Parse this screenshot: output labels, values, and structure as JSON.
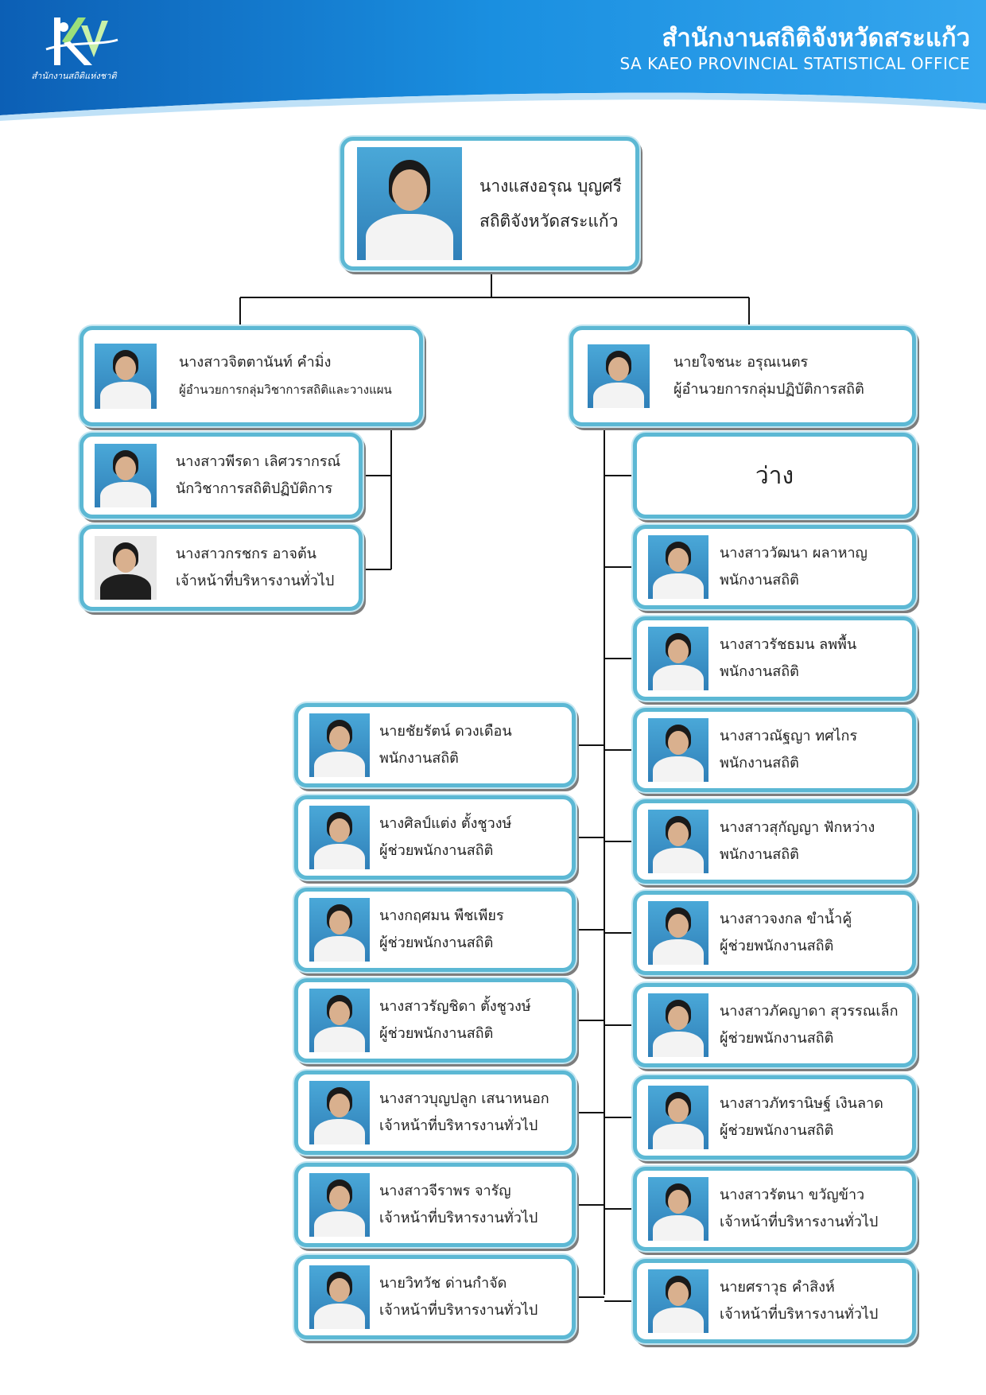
{
  "header": {
    "office_name_th": "สำนักงานสถิติจังหวัดสระแก้ว",
    "office_name_en": "SA KAEO PROVINCIAL STATISTICAL OFFICE",
    "logo_caption": "สำนักงานสถิติแห่งชาติ",
    "colors": {
      "band": "#1a8fe0",
      "band_dark": "#0c5fb5"
    }
  },
  "head": {
    "name": "นางแสงอรุณ บุญศรี",
    "role": "สถิติจังหวัดสระแก้ว"
  },
  "groups": [
    {
      "leader": {
        "name": "นางสาวจิตตานันท์ คำมิ่ง",
        "role": "ผู้อำนวยการกลุ่มวิชาการสถิติและวางแผน"
      },
      "members": [
        {
          "name": "นางสาวพีรดา เลิศวรากรณ์",
          "role": "นักวิชาการสถิติปฏิบัติการ"
        },
        {
          "name": "นางสาวกรชกร อาจต้น",
          "role": "เจ้าหน้าที่บริหารงานทั่วไป"
        }
      ]
    },
    {
      "leader": {
        "name": "นายใจชนะ อรุณเนตร",
        "role": "ผู้อำนวยการกลุ่มปฏิบัติการสถิติ"
      },
      "vacant": "ว่าง",
      "right_members": [
        {
          "name": "นางสาววัฒนา ผลาหาญ",
          "role": "พนักงานสถิติ"
        },
        {
          "name": "นางสาวรัชธมน ลพพื้น",
          "role": "พนักงานสถิติ"
        },
        {
          "name": "นางสาวณัฐญา ทศไกร",
          "role": "พนักงานสถิติ"
        },
        {
          "name": "นางสาวสุกัญญา ฟักหว่าง",
          "role": "พนักงานสถิติ"
        },
        {
          "name": "นางสาวจงกล ขำน้ำคู้",
          "role": "ผู้ช่วยพนักงานสถิติ"
        },
        {
          "name": "นางสาวภัคญาดา สุวรรณเล็ก",
          "role": "ผู้ช่วยพนักงานสถิติ"
        },
        {
          "name": "นางสาวภัทรานิษฐ์ เงินลาด",
          "role": "ผู้ช่วยพนักงานสถิติ"
        },
        {
          "name": "นางสาวรัตนา ขวัญข้าว",
          "role": "เจ้าหน้าที่บริหารงานทั่วไป"
        },
        {
          "name": "นายศราวุธ คำสิงห์",
          "role": "เจ้าหน้าที่บริหารงานทั่วไป"
        }
      ],
      "left_members": [
        {
          "name": "นายชัยรัตน์ ดวงเดือน",
          "role": "พนักงานสถิติ"
        },
        {
          "name": "นางศิลป์แต่ง ตั้งชูวงษ์",
          "role": "ผู้ช่วยพนักงานสถิติ"
        },
        {
          "name": "นางกฤศมน พืชเพียร",
          "role": "ผู้ช่วยพนักงานสถิติ"
        },
        {
          "name": "นางสาวรัญชิดา ตั้งชูวงษ์",
          "role": "ผู้ช่วยพนักงานสถิติ"
        },
        {
          "name": "นางสาวบุญปลูก เสนาหนอก",
          "role": "เจ้าหน้าที่บริหารงานทั่วไป"
        },
        {
          "name": "นางสาวจีราพร จารัญ",
          "role": "เจ้าหน้าที่บริหารงานทั่วไป"
        },
        {
          "name": "นายวิทวัช ด่านกำจัด",
          "role": "เจ้าหน้าที่บริหารงานทั่วไป"
        }
      ]
    }
  ]
}
